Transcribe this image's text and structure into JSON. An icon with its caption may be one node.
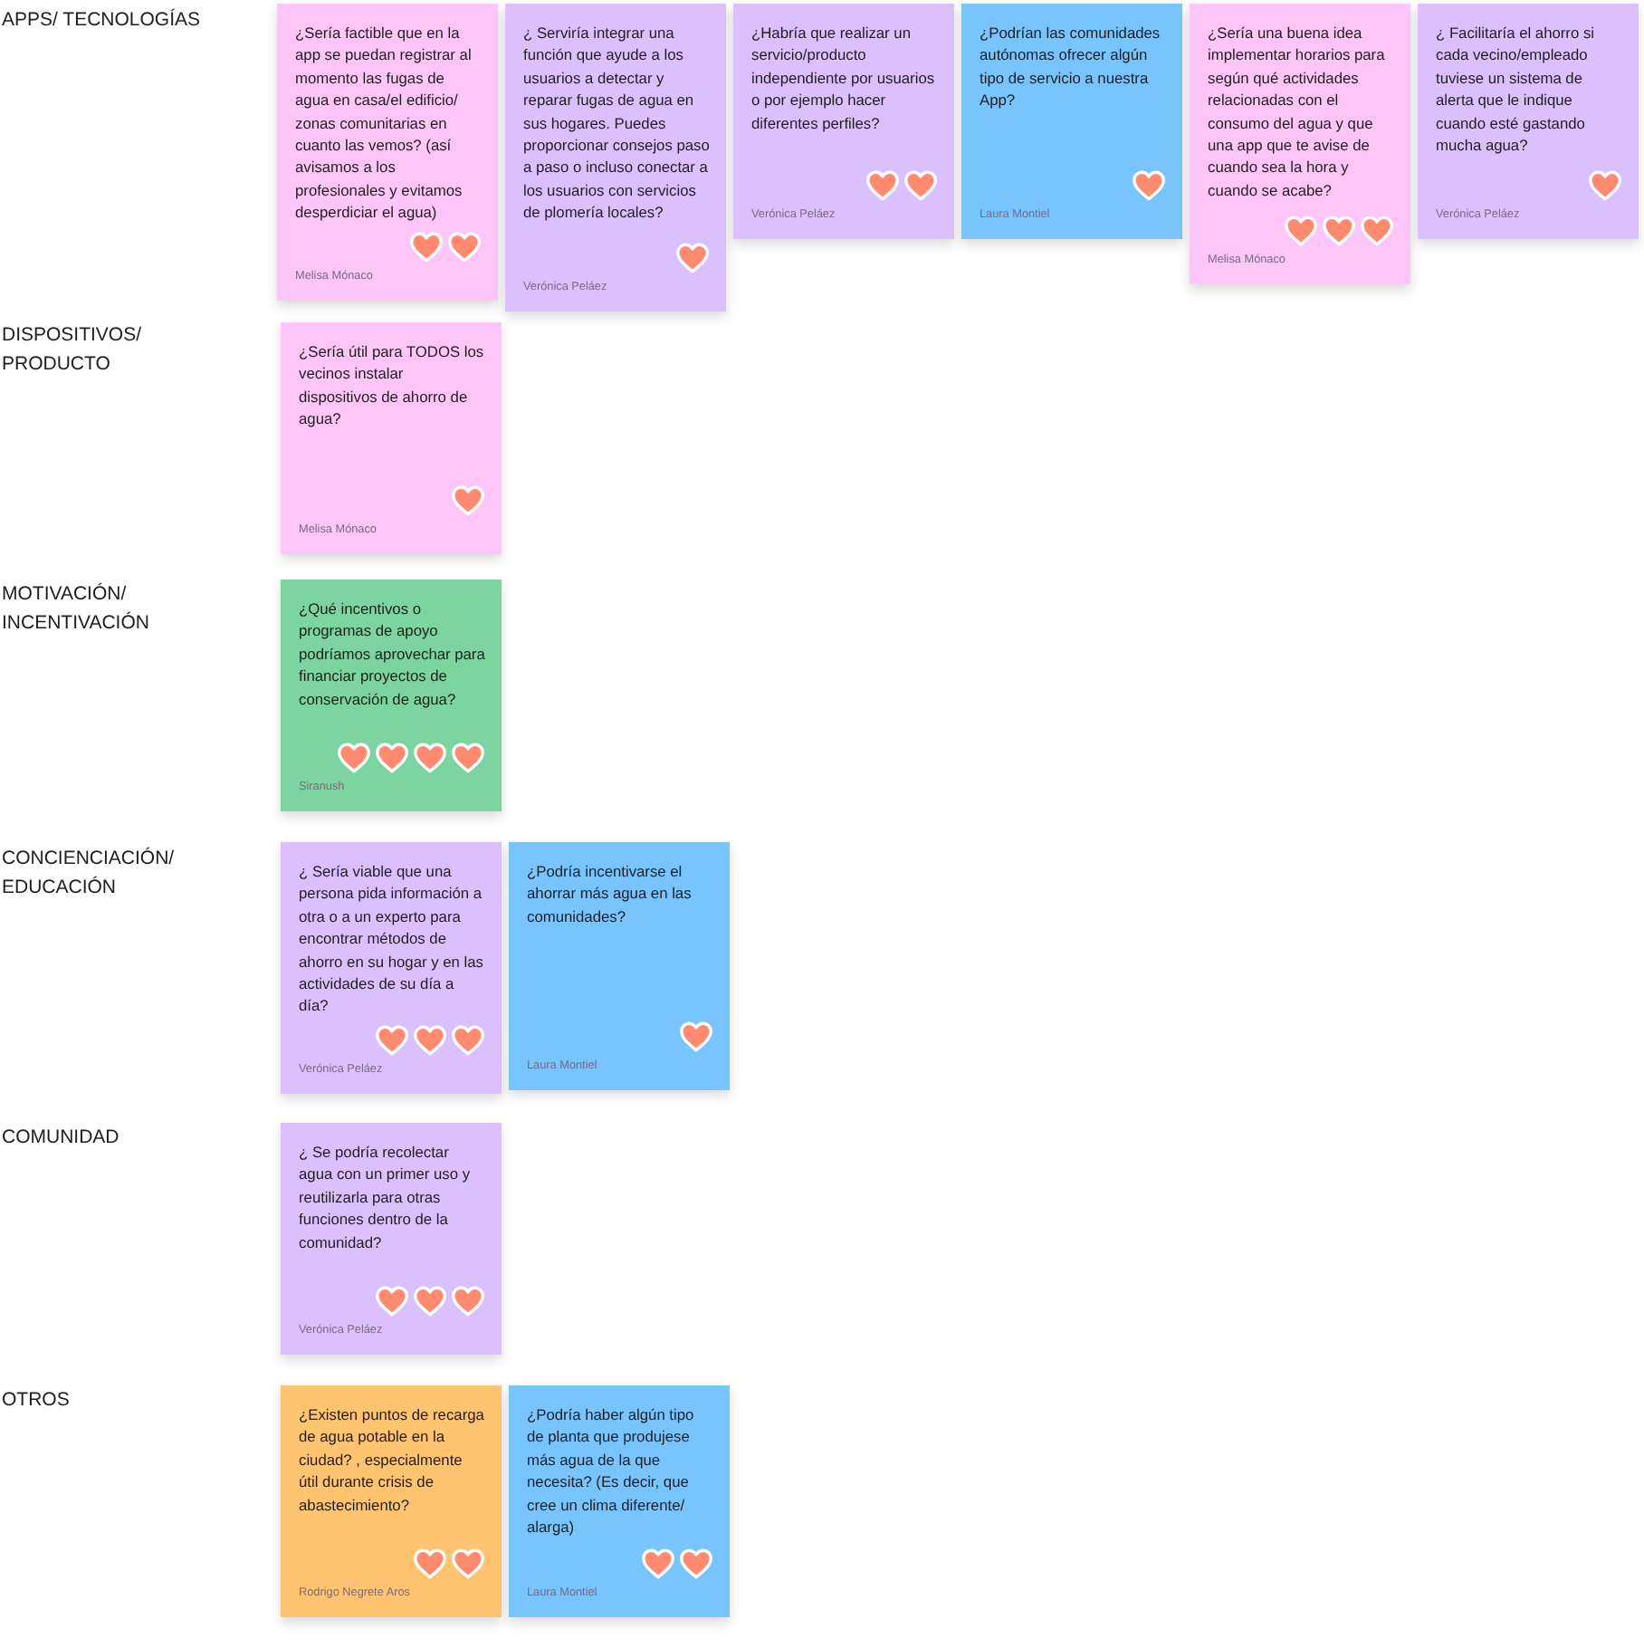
{
  "diagram": {
    "nodes": [
      {
        "text": [
          "¿Sería factible que en la app se puedan registrar al momento las fugas de agua en casa/el edificio/ zonas comunitarias en cuanto las vemos? (así avisamos a los profesionales y evitamos desperdiciar el agua)",
          "Melisa Mónaco"
        ]
      },
      {
        "text": [
          "¿ Serviría integrar una función que ayude a los usuarios a detectar y reparar fugas de agua en sus hogares. Puedes proporcionar consejos paso a paso o incluso conectar a los usuarios con servicios de plomería locales?",
          "Verónica Peláez"
        ]
      },
      {
        "text": [
          "¿Habría que realizar un servicio/producto independiente por usuarios o por ejemplo hacer diferentes perfiles?",
          "Verónica Peláez"
        ]
      },
      {
        "text": [
          "¿Podrían las comunidades autónomas ofrecer algún tipo de servicio a nuestra App?",
          "Laura Montiel"
        ]
      },
      {
        "text": [
          "¿Sería una buena idea implementar horarios para según qué actividades relacionadas con el consumo del agua y que una app que te avise de cuando sea la hora y cuando se acabe?",
          "Melisa Mónaco"
        ]
      },
      {
        "text": [
          "¿ Facilitaría el ahorro si cada vecino/empleado tuviese un sistema de alerta que le indique cuando esté gastando mucha agua?",
          "Verónica Peláez"
        ]
      },
      {
        "text": [
          "¿Sería útil para TODOS los vecinos instalar dispositivos de ahorro de agua?",
          "Melisa Mónaco"
        ]
      },
      {
        "text": [
          "¿Qué incentivos o programas de apoyo podríamos aprovechar para financiar proyectos de conservación de agua?",
          "Siranush"
        ]
      },
      {
        "text": [
          "¿ Sería viable que una persona pida información a otra o a un experto para encontrar métodos de ahorro en su hogar y en las actividades de su día a día?",
          "Verónica Peláez"
        ]
      },
      {
        "text": [
          "¿Podría incentivarse el ahorrar más agua en las comunidades?",
          "Laura Montiel"
        ]
      },
      {
        "text": [
          "¿  Se podría recolectar agua con un primer uso y reutilizarla para otras funciones dentro de la comunidad?",
          "Verónica Peláez"
        ]
      },
      {
        "text": [
          "¿Existen  puntos de recarga de agua potable en la ciudad? , especialmente útil durante crisis de abastecimiento?",
          "Rodrigo Negrete Aros"
        ]
      },
      {
        "text": [
          "¿Podría haber algún tipo de planta que produjese más agua de la que necesita? (Es decir, que cree un clima diferente/ alarga)",
          "Laura Montiel"
        ]
      }
    ],
    "labels": [
      "APPS/ TECNOLOGÍAS",
      "DISPOSITIVOS/ PRODUCTO",
      "MOTIVACIÓN/ INCENTIVACIÓN",
      "CONCIENCIACIÓN/ EDUCACIÓN",
      "COMUNIDAD",
      "OTROS"
    ]
  }
}
